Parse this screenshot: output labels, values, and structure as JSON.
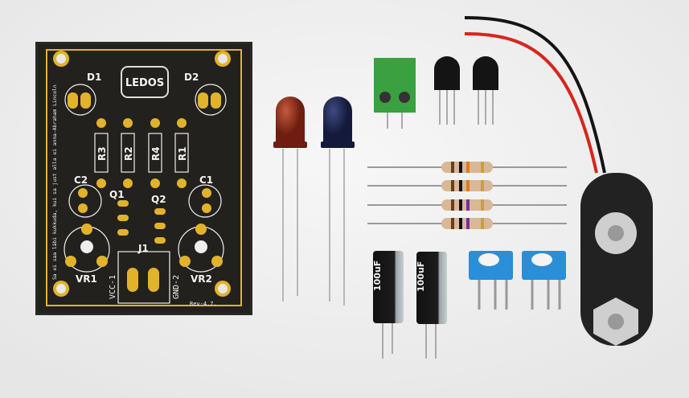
{
  "pcb": {
    "logo": "LEDOS",
    "labels": {
      "d1": "D1",
      "d2": "D2",
      "r3": "R3",
      "r2": "R2",
      "r4": "R4",
      "r1": "R1",
      "c2": "C2",
      "c1": "C1",
      "q1": "Q1",
      "q2": "Q2",
      "j1": "J1",
      "vr1": "VR1",
      "vr2": "VR2",
      "vcc": "VCC-1",
      "gnd": "GND-2",
      "rev": "Rev-4.7."
    },
    "quote": "Sa ei saa läbi kukkuda, kui sa just alla ei anna-Abraham Lincoln",
    "colors": {
      "board": "#23211d",
      "gold": "#e2b32a",
      "silk": "#f4f4f4"
    }
  },
  "capacitors": [
    {
      "value": "100uF"
    },
    {
      "value": "100uF"
    }
  ],
  "colors": {
    "led_red": "#8a2a1a",
    "led_blue": "#1c2450",
    "terminal": "#3aa040",
    "pot": "#2a8ed8",
    "wire_red": "#d8251b",
    "wire_black": "#141414"
  }
}
